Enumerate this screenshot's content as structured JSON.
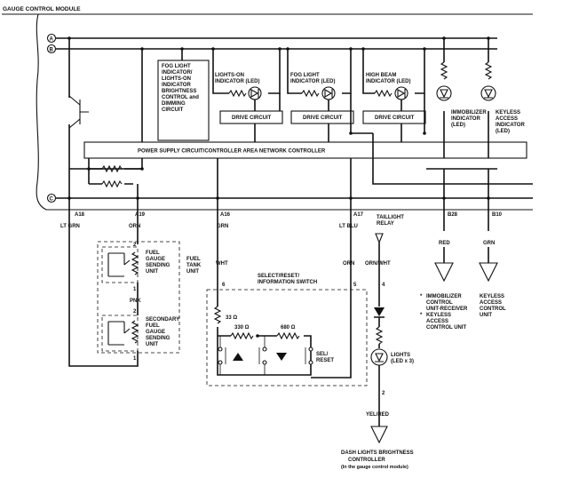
{
  "title": "GAUGE CONTROL MODULE",
  "bus_labels": [
    "A",
    "B",
    "C"
  ],
  "modules": {
    "fog_light_indicator": [
      "FOG LIGHT",
      "INDICATOR/",
      "LIGHTS-ON",
      "INDICATOR",
      "BRIGHTNESS",
      "CONTROL and",
      "DIMMING",
      "CIRCUIT"
    ],
    "power_supply": "POWER SUPPLY CIRCUIT/CONTROLLER AREA NETWORK CONTROLLER",
    "drive_circuit": "DRIVE CIRCUIT"
  },
  "indicators": {
    "lights_on": [
      "LIGHTS-ON",
      "INDICATOR (LED)"
    ],
    "fog_light": [
      "FOG LIGHT",
      "INDICATOR (LED)"
    ],
    "high_beam": [
      "HIGH BEAM",
      "INDICATOR (LED)"
    ],
    "immobilizer": [
      "IMMOBILIZER",
      "INDICATOR",
      "(LED)"
    ],
    "keyless": [
      "KEYLESS",
      "ACCESS",
      "INDICATOR",
      "(LED)"
    ]
  },
  "pins": {
    "a18": "A18",
    "a19": "A19",
    "a16": "A16",
    "a17": "A17",
    "b28": "B28",
    "b10": "B10",
    "p2_fuel": "2",
    "p1_fuel": "1",
    "p2_sec": "2",
    "p1_sec": "1",
    "p6": "6",
    "p5": "5",
    "p4": "4",
    "p2_lights": "2"
  },
  "wire_colors": {
    "lt_grn": "LT GRN",
    "orn": "ORN",
    "grn": "GRN",
    "lt_blu": "LT BLU",
    "red": "RED",
    "grn_b10": "GRN",
    "wht": "WHT",
    "orn_sw": "ORN",
    "orn_wht": "ORN/WHT",
    "pnk": "PNK",
    "yel_red": "YEL/RED"
  },
  "components": {
    "taillight_relay": [
      "TAILLIGHT",
      "RELAY"
    ],
    "fuel_gauge_unit": [
      "FUEL",
      "GAUGE",
      "SENDING",
      "UNIT"
    ],
    "fuel_tank_unit": [
      "FUEL",
      "TANK",
      "UNIT"
    ],
    "secondary_unit": [
      "SECONDARY",
      "FUEL",
      "GAUGE",
      "SENDING",
      "UNIT"
    ],
    "select_switch": [
      "SELECT/RESET/",
      "INFORMATION SWITCH"
    ],
    "r33": "33 Ω",
    "r330": "330 Ω",
    "r680": "680 Ω",
    "sel_reset": [
      "SEL/",
      "RESET"
    ],
    "lights": [
      "LIGHTS",
      "(LED x 3)"
    ],
    "immobilizer_unit": [
      "IMMOBILIZER",
      "CONTROL",
      "UNIT-RECEIVER"
    ],
    "keyless_control": [
      "KEYLESS",
      "ACCESS",
      "CONTROL UNIT"
    ],
    "keyless_right": [
      "KEYLESS",
      "ACCESS",
      "CONTROL",
      "UNIT"
    ],
    "dash_controller": [
      "DASH LIGHTS BRIGHTNESS",
      "CONTROLLER",
      "(In the gauge control module)"
    ],
    "asterisk": "*"
  }
}
